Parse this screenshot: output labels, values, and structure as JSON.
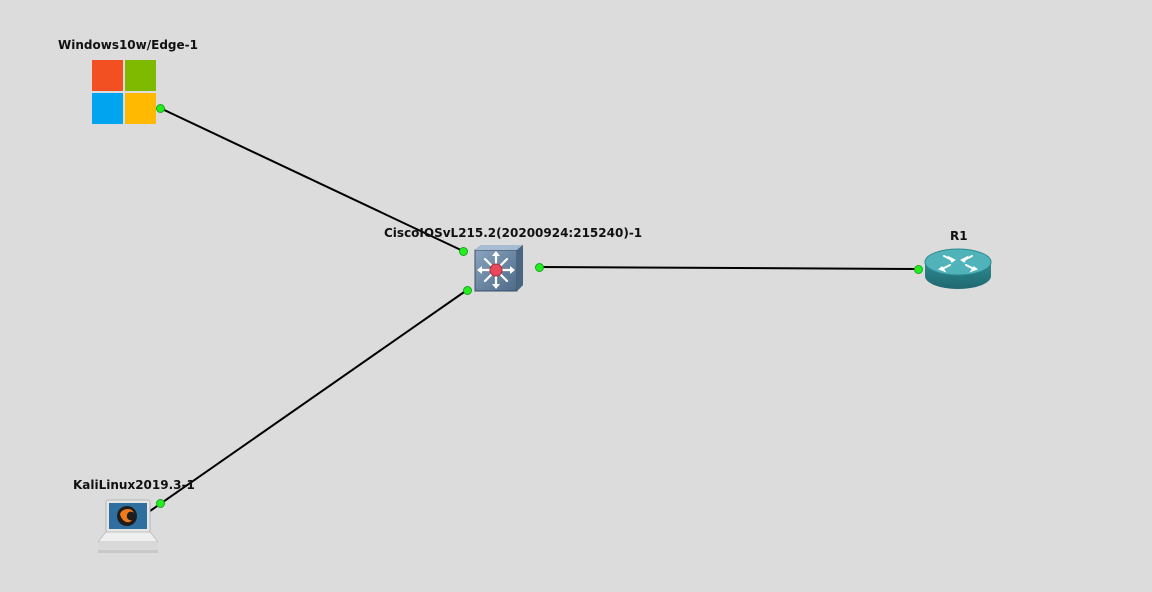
{
  "topology": {
    "background_color": "#dcdcdc",
    "link_color": "#000000",
    "port_status_color": "#22ee22",
    "nodes": [
      {
        "id": "windows",
        "label": "Windows10w/Edge-1",
        "icon": "windows-logo-icon"
      },
      {
        "id": "switch",
        "label": "CiscoIOSvL215.2(20200924:215240)-1",
        "icon": "multilayer-switch-icon"
      },
      {
        "id": "router",
        "label": "R1",
        "icon": "router-icon"
      },
      {
        "id": "kali",
        "label": "KaliLinux2019.3-1",
        "icon": "kali-laptop-icon"
      }
    ]
  }
}
